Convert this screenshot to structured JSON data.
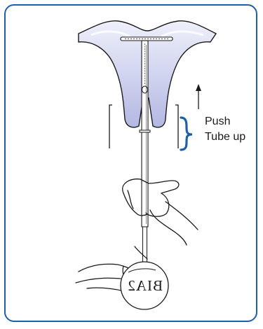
{
  "figure": {
    "instruction_line1": "Push",
    "instruction_line2": "Tube up",
    "handle_text": "BIA2",
    "colors": {
      "frame": "#1f5fa8",
      "uterus_fill": "#c9ccec",
      "uterus_highlight": "#eef0fb",
      "brace": "#1f5fa8",
      "ink": "#1a1a1a"
    },
    "icons": [
      "arrow-up-icon",
      "brace-icon"
    ]
  }
}
